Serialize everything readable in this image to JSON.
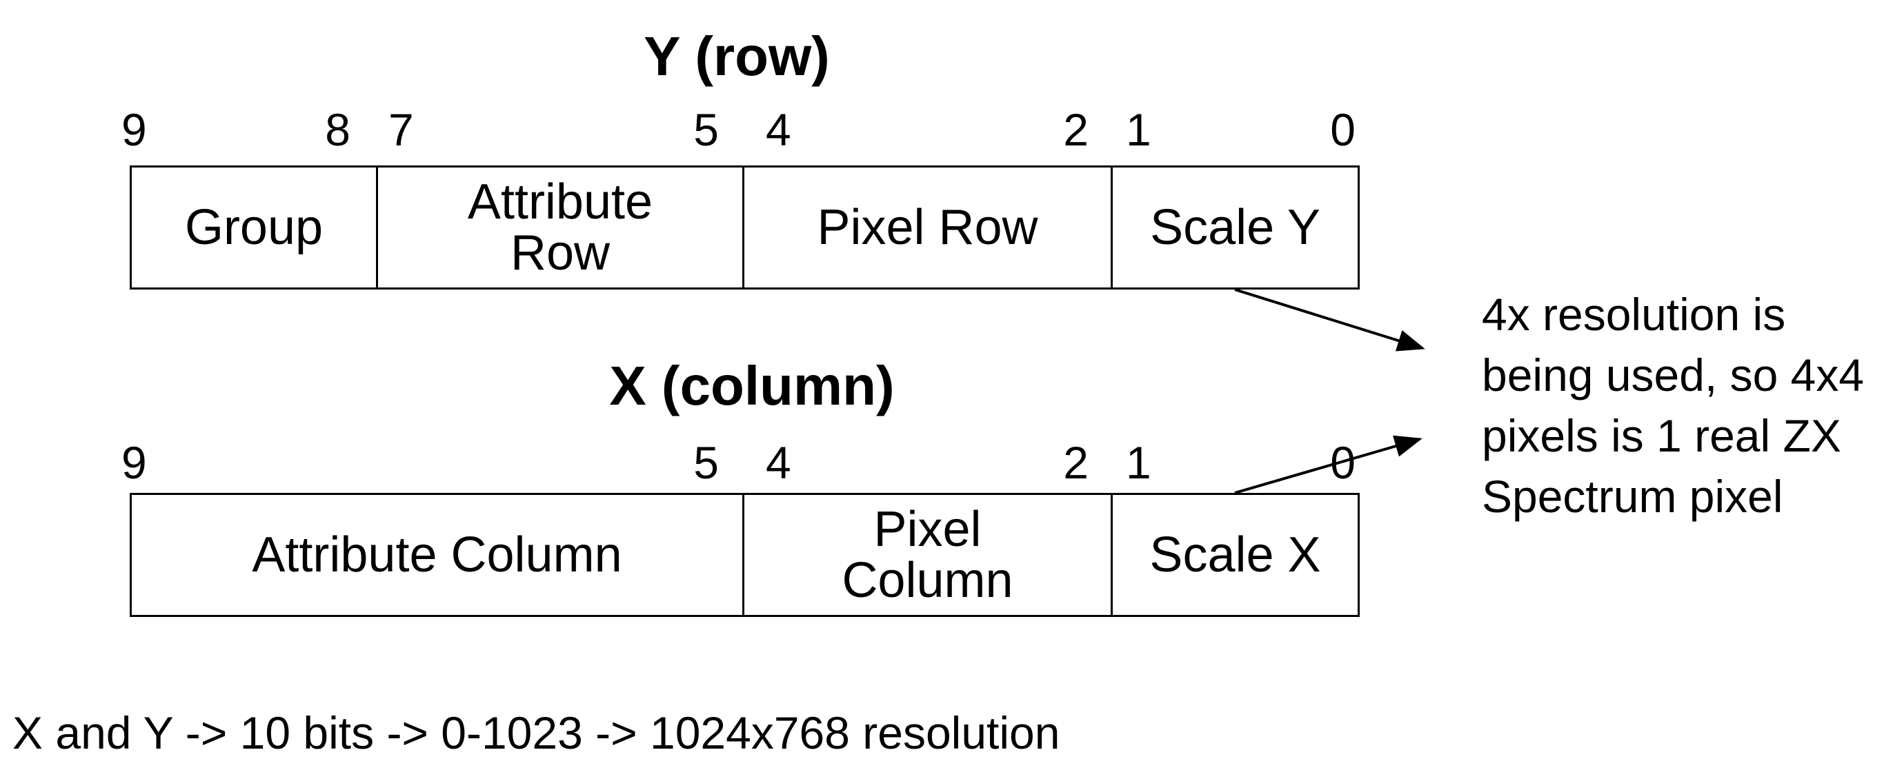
{
  "y_register": {
    "title": "Y (row)",
    "bit_labels": {
      "b9": "9",
      "b8": "8",
      "b7": "7",
      "b5": "5",
      "b4": "4",
      "b2": "2",
      "b1": "1",
      "b0": "0"
    },
    "fields": {
      "group": "Group",
      "attribute_row": "Attribute\nRow",
      "pixel_row": "Pixel Row",
      "scale_y": "Scale Y"
    }
  },
  "x_register": {
    "title": "X (column)",
    "bit_labels": {
      "b9": "9",
      "b5": "5",
      "b4": "4",
      "b2": "2",
      "b1": "1",
      "b0": "0"
    },
    "fields": {
      "attribute_column": "Attribute Column",
      "pixel_column": "Pixel\nColumn",
      "scale_x": "Scale X"
    }
  },
  "note": "4x resolution is\nbeing used, so 4x4\npixels is 1 real ZX\nSpectrum pixel",
  "footer": "X and Y -> 10 bits -> 0-1023 -> 1024x768 resolution"
}
